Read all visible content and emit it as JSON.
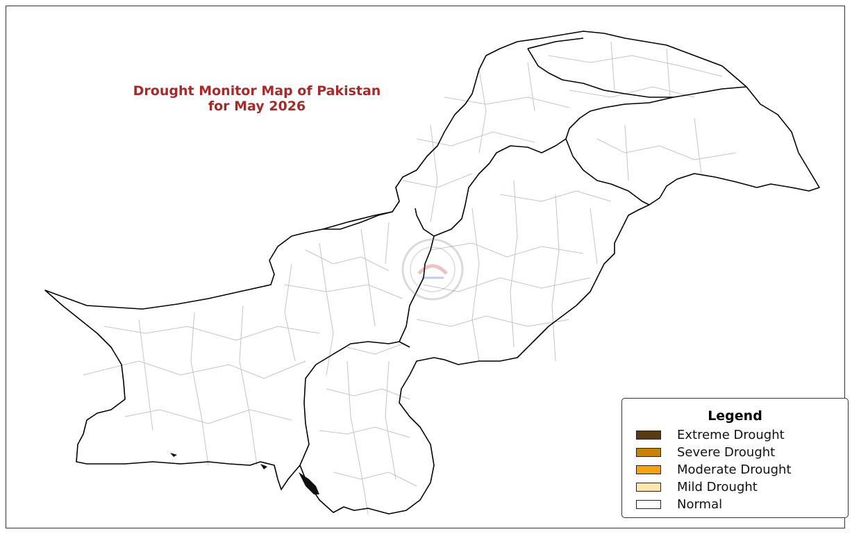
{
  "title": {
    "line1": "Drought Monitor Map of Pakistan",
    "line2": "for May 2026"
  },
  "legend": {
    "heading": "Legend",
    "items": [
      {
        "label": "Extreme Drought",
        "color": "#5a3a12"
      },
      {
        "label": "Severe Drought",
        "color": "#c8820a"
      },
      {
        "label": "Moderate Drought",
        "color": "#f5a30f"
      },
      {
        "label": "Mild Drought",
        "color": "#fde6b0"
      },
      {
        "label": "Normal",
        "color": "#ffffff"
      }
    ]
  },
  "colors": {
    "title": "#a52a2a",
    "province_border": "#000000",
    "district_border": "#bbbbbb"
  }
}
